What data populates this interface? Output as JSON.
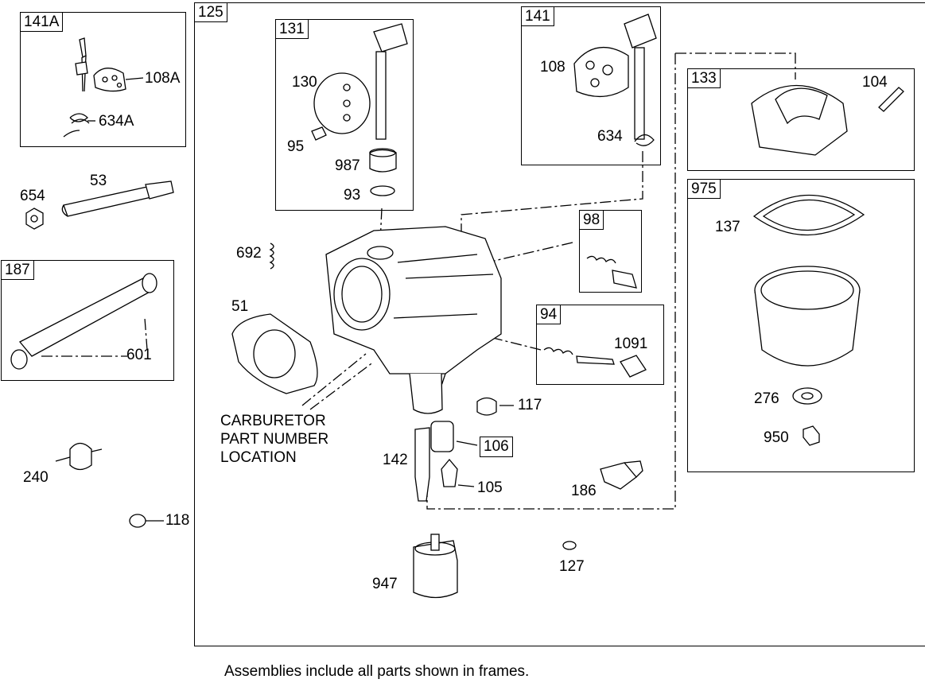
{
  "frames": {
    "f141A": "141A",
    "f125": "125",
    "f131": "131",
    "f141": "141",
    "f133": "133",
    "f975": "975",
    "f98": "98",
    "f94": "94",
    "f187": "187"
  },
  "labels": {
    "l108A": "108A",
    "l634A": "634A",
    "l654": "654",
    "l53": "53",
    "l601": "601",
    "l240": "240",
    "l118": "118",
    "l130": "130",
    "l95": "95",
    "l987": "987",
    "l93": "93",
    "l692": "692",
    "l51": "51",
    "l108": "108",
    "l634": "634",
    "l104": "104",
    "l137": "137",
    "l276": "276",
    "l950": "950",
    "l1091": "1091",
    "l117": "117",
    "l106": "106",
    "l142": "142",
    "l105": "105",
    "l186": "186",
    "l947": "947",
    "l127": "127"
  },
  "carb_note": {
    "line1": "CARBURETOR",
    "line2": "PART NUMBER",
    "line3": "LOCATION"
  },
  "footer": {
    "text": "Assemblies include all parts shown in frames."
  }
}
